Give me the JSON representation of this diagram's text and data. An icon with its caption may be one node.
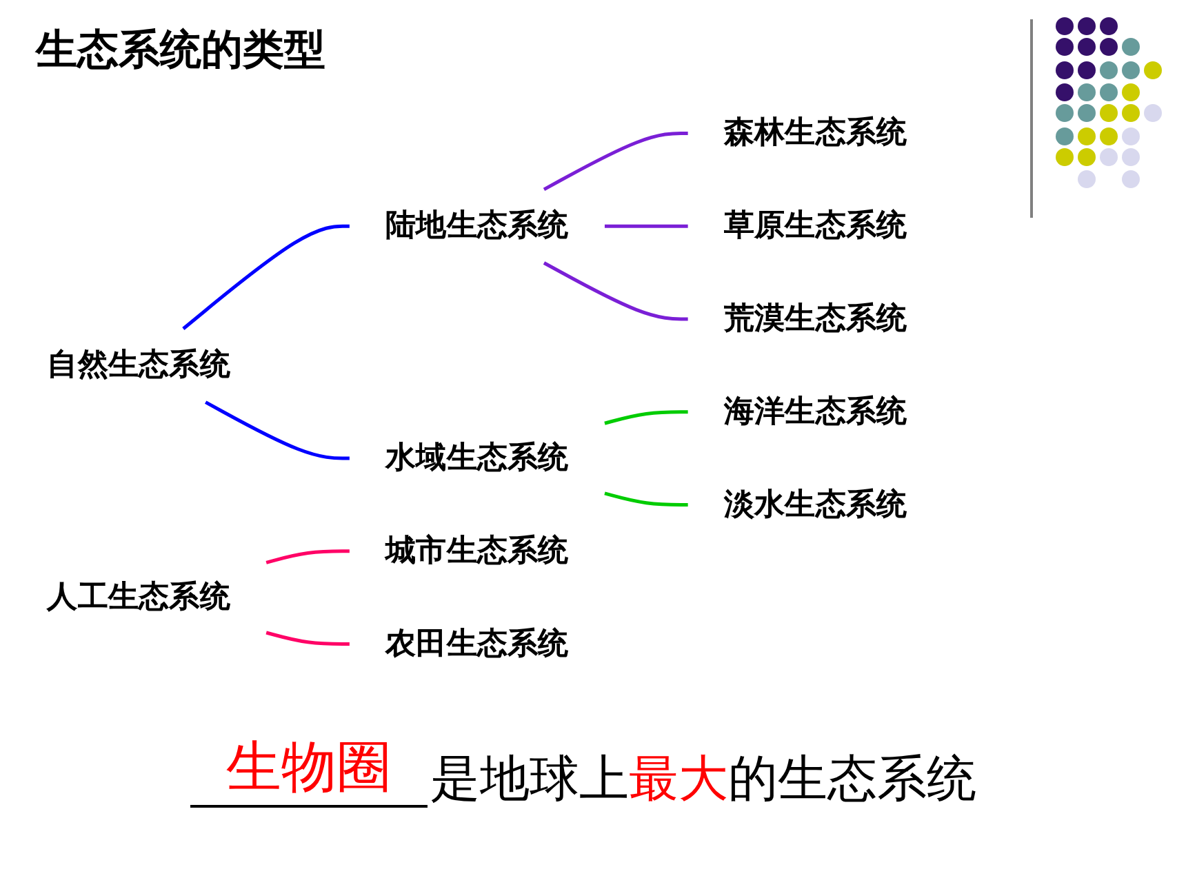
{
  "diagram": {
    "title": "生态系统的类型",
    "nodes": [
      {
        "text": [
          "自然生态系统"
        ]
      },
      {
        "text": [
          "陆地生态系统"
        ]
      },
      {
        "text": [
          "森林生态系统"
        ]
      },
      {
        "text": [
          "草原生态系统"
        ]
      },
      {
        "text": [
          "荒漠生态系统"
        ]
      },
      {
        "text": [
          "水域生态系统"
        ]
      },
      {
        "text": [
          "海洋生态系统"
        ]
      },
      {
        "text": [
          "淡水生态系统"
        ]
      },
      {
        "text": [
          "人工生态系统"
        ]
      },
      {
        "text": [
          "城市生态系统"
        ]
      },
      {
        "text": [
          "农田生态系统"
        ]
      }
    ],
    "edges": [
      {
        "from": 0,
        "to": 1,
        "arrow": "none",
        "color": "#0000ff"
      },
      {
        "from": 0,
        "to": 5,
        "arrow": "none",
        "color": "#0000ff"
      },
      {
        "from": 1,
        "to": 2,
        "arrow": "none",
        "color": "#7a1fd6"
      },
      {
        "from": 1,
        "to": 3,
        "arrow": "none",
        "color": "#7a1fd6"
      },
      {
        "from": 1,
        "to": 4,
        "arrow": "none",
        "color": "#7a1fd6"
      },
      {
        "from": 5,
        "to": 6,
        "arrow": "none",
        "color": "#00cc00"
      },
      {
        "from": 5,
        "to": 7,
        "arrow": "none",
        "color": "#00cc00"
      },
      {
        "from": 8,
        "to": 9,
        "arrow": "none",
        "color": "#ff0066"
      },
      {
        "from": 8,
        "to": 10,
        "arrow": "none",
        "color": "#ff0066"
      }
    ],
    "labels": [
      "生物圈",
      "是地球上**最大**的生态系统"
    ]
  }
}
